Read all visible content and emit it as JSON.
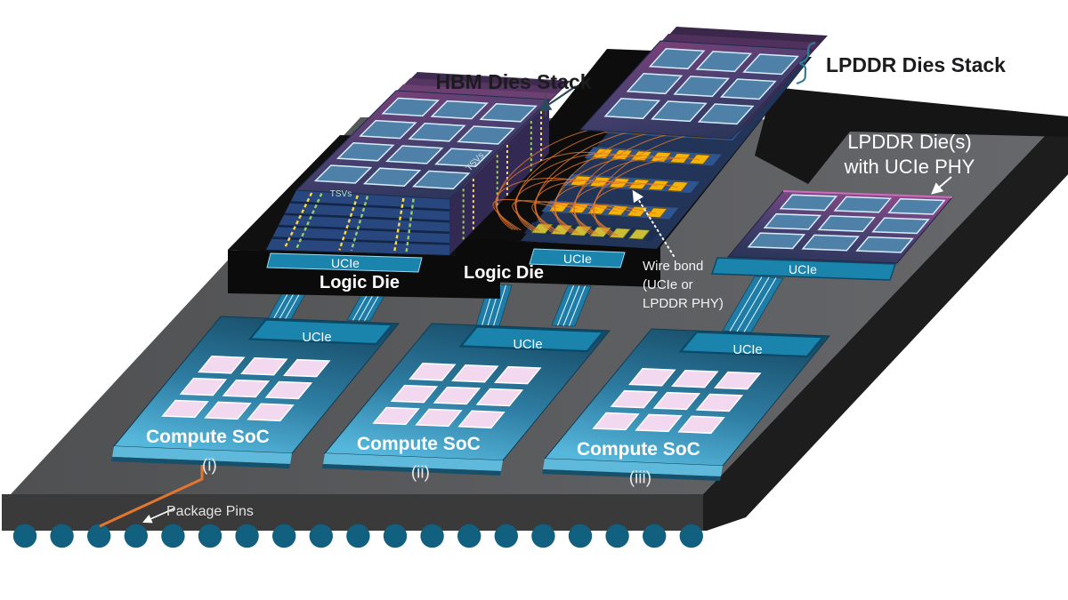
{
  "diagram_title": "Chiplet package with HBM and LPDDR memory stacks over Compute SoCs",
  "labels": {
    "hbm_stack": "HBM Dies Stack",
    "lpddr_stack": "LPDDR Dies Stack",
    "lpddr_die_line1": "LPDDR Die(s)",
    "lpddr_die_line2": "with UCIe PHY",
    "wire_bond_line1": "Wire bond",
    "wire_bond_line2": "(UCIe or",
    "wire_bond_line3": "LPDDR PHY)",
    "package_pins": "Package Pins",
    "logic_die": "Logic Die",
    "ucie": "UCIe",
    "compute_soc": "Compute SoC",
    "soc_numerals": [
      "(i)",
      "(ii)",
      "(iii)"
    ],
    "tsvs": "TSVs"
  },
  "structure": {
    "pin_count": 19,
    "soc_count": 3,
    "hbm_grid": {
      "rows": 4,
      "cols": 3
    },
    "lpddr_stack_grid": {
      "rows": 3,
      "cols": 3
    },
    "lpddr_phy_grid": {
      "rows": 3,
      "cols": 3
    },
    "soc_die_grid": {
      "rows": 3,
      "cols": 3
    },
    "hbm_layer_count": 5,
    "wire_bond_pad_rows": 4,
    "pads_per_row": 6,
    "tsv_column_groups": 3
  },
  "colors": {
    "package_top_left": "#4f5052",
    "package_top_right": "#67686b",
    "package_front": "#3a3a3b",
    "package_side": "#1d1d1e",
    "pedestal": "#0b0b0c",
    "slab": "#151516",
    "pin_teal": "#11607f",
    "orange": "#e2762f",
    "ucie_fill": "#1b84ad",
    "ucie_border": "#0a4a68",
    "ribbon": "#1f7ca6",
    "ribbon_line": "#d6f2fb",
    "soc_top": "#174b66",
    "soc_mid": "#2e7da3",
    "soc_bottom": "#56b7dc",
    "soc_front_strip": "#5fb9da",
    "pink_die": "#f3d9f0",
    "pink_border": "#ffffff",
    "chip_blue": "#4f80a8",
    "chip_border": "#d8edf9",
    "layer_blue": "#27477e",
    "layer_gap": "#142648",
    "side_face": "#332a54",
    "purple_light": "#7d4079",
    "purple_mid": "#474070",
    "purple_dark": "#283457",
    "phy_light": "#8f4a8a",
    "pink_rim": "#cf6cbe",
    "pad_yellow": "#f4b309",
    "pad_base": "#cdbd35",
    "wire_orange": "#e0762e",
    "tsv_yellow": "#ffd93b",
    "tsv_green": "#9ccc65",
    "bracket_teal": "#2e7d95",
    "label_dark": "#1c1c1e",
    "label_light": "#f2f2f2",
    "arrow_dark": "#2a4b5c"
  }
}
